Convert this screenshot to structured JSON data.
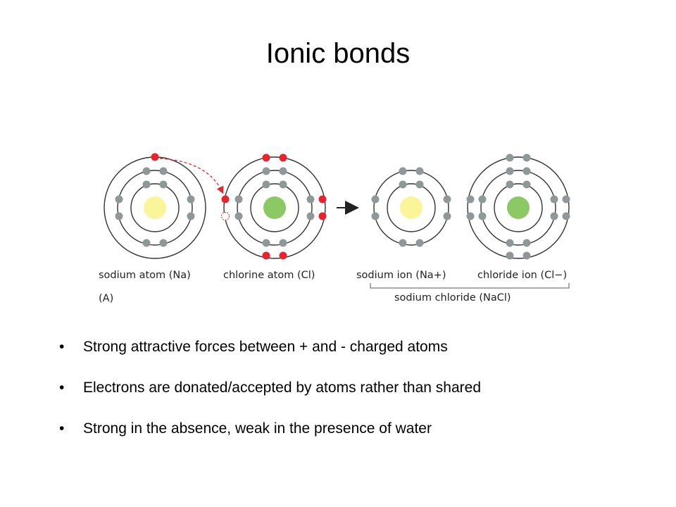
{
  "slide": {
    "title": "Ionic bonds"
  },
  "figure": {
    "labels": {
      "sodium_atom": "sodium atom (Na)",
      "chlorine_atom": "chlorine atom (Cl)",
      "sodium_ion": "sodium ion (Na+)",
      "chloride_ion": "chloride ion (Cl−)",
      "panel": "(A)",
      "compound": "sodium chloride (NaCl)"
    },
    "colors": {
      "sodium_nucleus": "#fbf59a",
      "chlorine_nucleus": "#8cc864",
      "shared_electron": "#e8232b",
      "core_electron": "#8f9898",
      "shell": "#333333"
    }
  },
  "bullets": [
    "Strong attractive forces between + and - charged atoms",
    "Electrons are donated/accepted by atoms rather than shared",
    "Strong in the absence, weak in the presence of water"
  ]
}
